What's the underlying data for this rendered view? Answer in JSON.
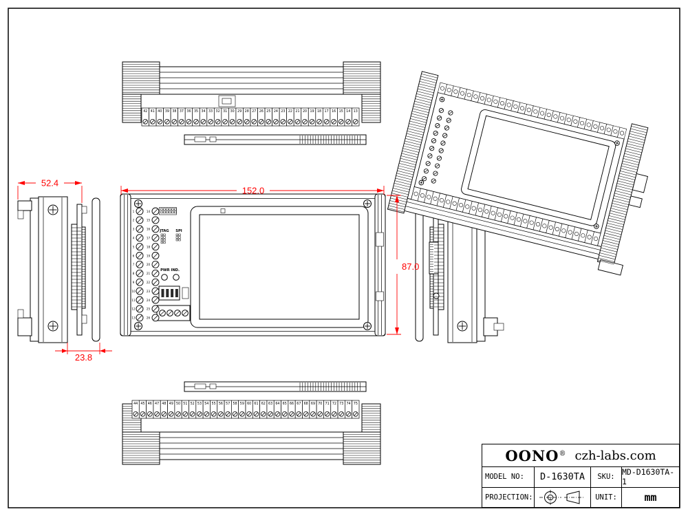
{
  "sheet": {
    "background": "#ffffff",
    "border_color": "#000000",
    "line_color": "#000000",
    "dimension_color": "#ff0000"
  },
  "dimensions": {
    "front_width": "152.0",
    "front_height": "87.0",
    "side_total_depth": "52.4",
    "side_module_depth": "23.8"
  },
  "front_view": {
    "labels": {
      "jtag": "JTAG",
      "spi": "SPI",
      "pwr": "PWR IND."
    }
  },
  "terminals": {
    "top_row": [
      "42",
      "41",
      "40",
      "39",
      "38",
      "37",
      "36",
      "35",
      "34",
      "33",
      "32",
      "31",
      "30",
      "29",
      "28",
      "27",
      "26",
      "25",
      "24",
      "23",
      "22",
      "21",
      "20",
      "19",
      "18",
      "17",
      "16",
      "15",
      "14",
      "13"
    ],
    "bottom_row": [
      "44",
      "45",
      "46",
      "47",
      "48",
      "49",
      "50",
      "51",
      "52",
      "53",
      "54",
      "55",
      "56",
      "57",
      "58",
      "59",
      "60",
      "61",
      "62",
      "63",
      "64",
      "65",
      "66",
      "67",
      "68",
      "69",
      "70",
      "71",
      "72",
      "73",
      "74",
      "75"
    ],
    "front_col_a": [
      "1",
      "2",
      "3",
      "4",
      "5",
      "6",
      "7",
      "8",
      "9",
      "10",
      "11",
      "12",
      "13"
    ],
    "front_col_b": [
      "14",
      "15",
      "16",
      "17",
      "18",
      "19",
      "20",
      "21",
      "22",
      "23",
      "24",
      "25",
      "26"
    ]
  },
  "title_block": {
    "brand": "OONO",
    "reg_mark": "®",
    "website": "czh-labs.com",
    "model_label": "MODEL NO:",
    "model_value": "D-1630TA",
    "sku_label": "SKU:",
    "sku_value": "MD-D1630TA-1",
    "projection_label": "PROJECTION:",
    "unit_label": "UNIT:",
    "unit_value": "mm"
  }
}
